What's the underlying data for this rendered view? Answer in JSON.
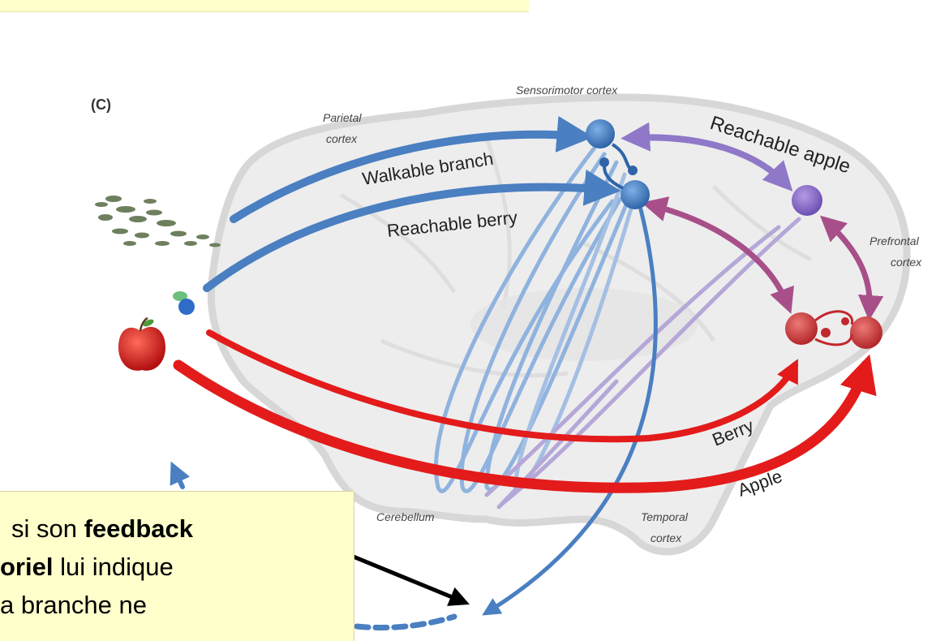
{
  "panel": {
    "label": "(C)"
  },
  "brain_labels": {
    "sensorimotor": "Sensorimotor cortex",
    "parietal_1": "Parietal",
    "parietal_2": "cortex",
    "prefrontal_1": "Prefrontal",
    "prefrontal_2": "cortex",
    "cerebellum": "Cerebellum",
    "temporal_1": "Temporal",
    "temporal_2": "cortex"
  },
  "pathway_labels": {
    "walkable_branch": "Walkable branch",
    "reachable_berry": "Reachable berry",
    "reachable_apple": "Reachable apple",
    "berry": "Berry",
    "apple": "Apple"
  },
  "callout": {
    "line1_pre": "si son ",
    "line1_bold": "feedback",
    "line2_bold": "oriel",
    "line2_post": " lui indique",
    "line3": "a branche ne"
  },
  "colors": {
    "blue": "#4a7fc1",
    "light_blue": "#8fb3de",
    "purple": "#8f78c8",
    "red": "#e31b1b",
    "dark_red": "#c2272d",
    "callout_bg": "#ffffcc"
  }
}
